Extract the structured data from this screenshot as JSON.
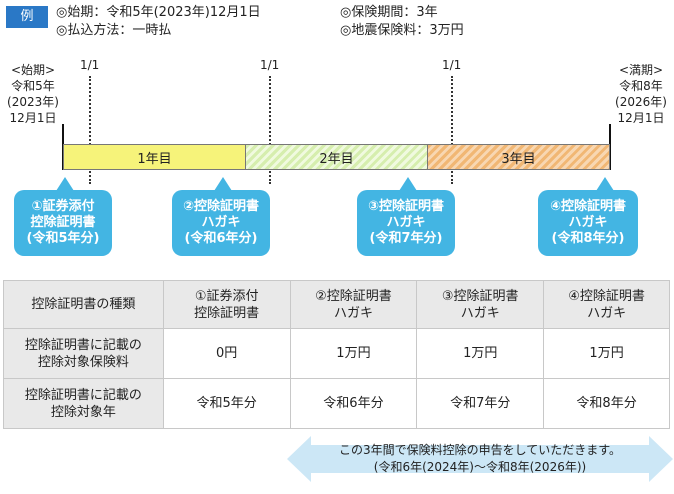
{
  "example_tag": "例",
  "info": {
    "start": "◎始期：令和5年(2023年)12月1日",
    "payment": "◎払込方法：一時払",
    "period": "◎保険期間：3年",
    "premium": "◎地震保険料：3万円"
  },
  "timeline": {
    "start_label": [
      "<始期>",
      "令和5年",
      "(2023年)",
      "12月1日"
    ],
    "end_label": [
      "<満期>",
      "令和8年",
      "(2026年)",
      "12月1日"
    ],
    "jan1_markers": [
      "1/1",
      "1/1",
      "1/1"
    ],
    "years": [
      "1年目",
      "2年目",
      "3年目"
    ]
  },
  "certificates": [
    {
      "lines": [
        "①証券添付",
        "控除証明書",
        "(令和5年分)"
      ]
    },
    {
      "lines": [
        "②控除証明書",
        "ハガキ",
        "(令和6年分)"
      ]
    },
    {
      "lines": [
        "③控除証明書",
        "ハガキ",
        "(令和7年分)"
      ]
    },
    {
      "lines": [
        "④控除証明書",
        "ハガキ",
        "(令和8年分)"
      ]
    }
  ],
  "table": {
    "header": {
      "label": "控除証明書の種類",
      "cols": [
        [
          "①証券添付",
          "控除証明書"
        ],
        [
          "②控除証明書",
          "ハガキ"
        ],
        [
          "③控除証明書",
          "ハガキ"
        ],
        [
          "④控除証明書",
          "ハガキ"
        ]
      ]
    },
    "rows": [
      {
        "label": [
          "控除証明書に記載の",
          "控除対象保険料"
        ],
        "values": [
          "0円",
          "1万円",
          "1万円",
          "1万円"
        ]
      },
      {
        "label": [
          "控除証明書に記載の",
          "控除対象年"
        ],
        "values": [
          "令和5年分",
          "令和6年分",
          "令和7年分",
          "令和8年分"
        ]
      }
    ]
  },
  "note": {
    "line1": "この3年間で保険料控除の申告をしていただきます。",
    "line2": "(令和6年(2024年)～令和8年(2026年))"
  },
  "colors": {
    "tag": "#2a78c6",
    "bubble": "#43b5e3",
    "year1": "#f6f37a",
    "year2": "#d6eeae",
    "year3": "#f1b774",
    "arrow": "#cce7f6"
  }
}
